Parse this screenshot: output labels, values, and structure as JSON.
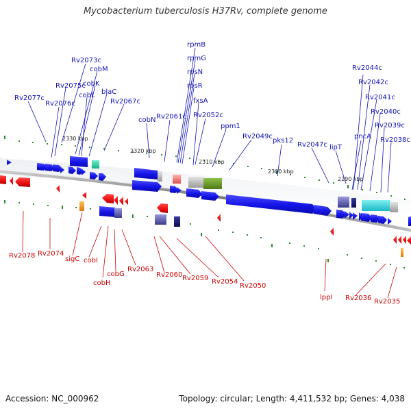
{
  "title": "Mycobacterium tuberculosis H37Rv, complete genome",
  "footer": {
    "accession": "Accession: NC_000962",
    "summary": "Topology: circular; Length: 4,411,532 bp; Genes: 4,038"
  },
  "colors": {
    "forward_label": "#1010b8",
    "reverse_label": "#cc0000",
    "forward_gene": "#1a1aee",
    "reverse_gene": "#ee1111",
    "backbone": "#888888",
    "tick": "#2a8a2a"
  },
  "scale_labels": [
    "2330 kbp",
    "2320 kbp",
    "2310 kbp",
    "2300 kbp",
    "2290 kbp"
  ],
  "forward_labels": [
    "rpmB",
    "rpmG",
    "rpsN",
    "rpsR",
    "fxsA",
    "Rv2073c",
    "cobM",
    "cobK",
    "Rv2075c",
    "cobL",
    "blaC",
    "Rv2077c",
    "Rv2076c",
    "Rv2067c",
    "cobN",
    "Rv2061c",
    "Rv2052c",
    "ppm1",
    "Rv2049c",
    "pks12",
    "Rv2047c",
    "lipT",
    "pncA",
    "Rv2044c",
    "Rv2042c",
    "Rv2041c",
    "Rv2040c",
    "Rv2039c",
    "Rv2038c"
  ],
  "reverse_labels": [
    "Rv2078",
    "Rv2074",
    "sigC",
    "cobI",
    "cobH",
    "cobG",
    "Rv2063",
    "Rv2060",
    "Rv2059",
    "Rv2054",
    "Rv2050",
    "lppI",
    "Rv2036",
    "Rv2035"
  ]
}
